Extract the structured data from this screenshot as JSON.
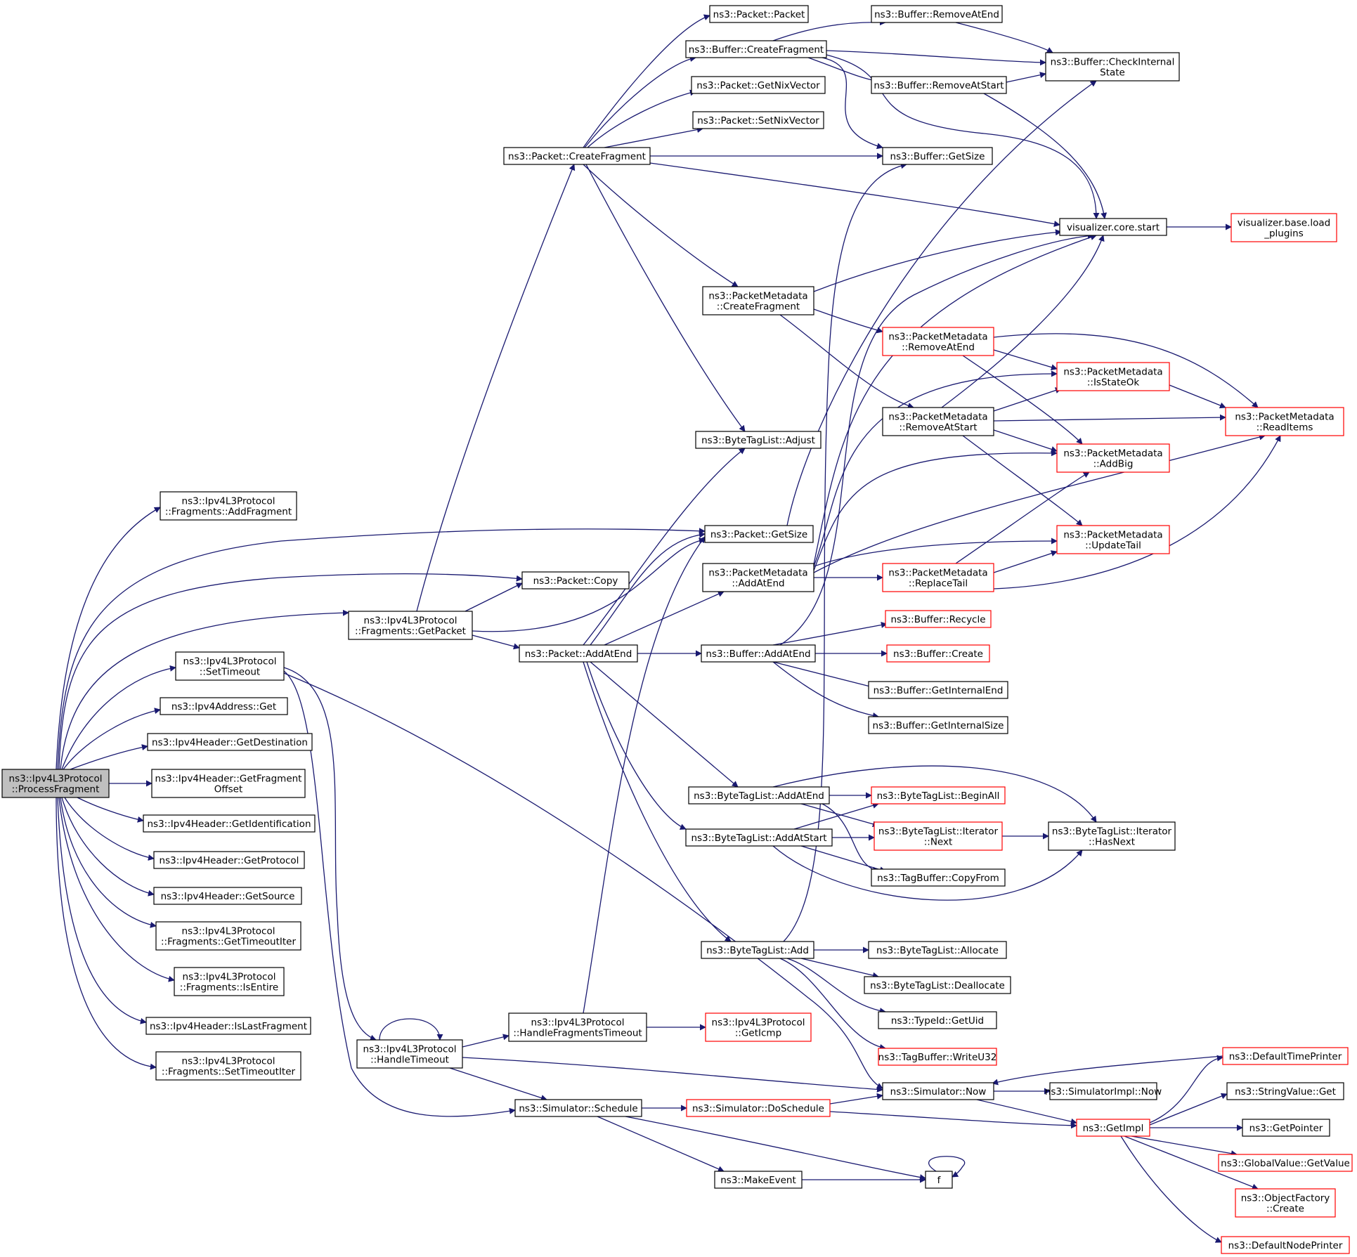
{
  "colors": {
    "edge": "#191970",
    "node_border": "#000000",
    "node_border_missing": "#ff0000",
    "root_fill": "#bfbfbf"
  },
  "nodes": [
    {
      "id": "pf",
      "lines": [
        "ns3::Ipv4L3Protocol",
        "::ProcessFragment"
      ],
      "style": "root"
    },
    {
      "id": "addfrag",
      "lines": [
        "ns3::Ipv4L3Protocol",
        "::Fragments::AddFragment"
      ]
    },
    {
      "id": "getsize",
      "lines": [
        "ns3::Packet::GetSize"
      ]
    },
    {
      "id": "copy",
      "lines": [
        "ns3::Packet::Copy"
      ]
    },
    {
      "id": "getpacket",
      "lines": [
        "ns3::Ipv4L3Protocol",
        "::Fragments::GetPacket"
      ]
    },
    {
      "id": "settimeout",
      "lines": [
        "ns3::Ipv4L3Protocol",
        "::SetTimeout"
      ]
    },
    {
      "id": "ipget",
      "lines": [
        "ns3::Ipv4Address::Get"
      ]
    },
    {
      "id": "getdest",
      "lines": [
        "ns3::Ipv4Header::GetDestination"
      ]
    },
    {
      "id": "getfragoff",
      "lines": [
        "ns3::Ipv4Header::GetFragment",
        "Offset"
      ]
    },
    {
      "id": "getident",
      "lines": [
        "ns3::Ipv4Header::GetIdentification"
      ]
    },
    {
      "id": "getproto",
      "lines": [
        "ns3::Ipv4Header::GetProtocol"
      ]
    },
    {
      "id": "getsource",
      "lines": [
        "ns3::Ipv4Header::GetSource"
      ]
    },
    {
      "id": "gettimeoutiter",
      "lines": [
        "ns3::Ipv4L3Protocol",
        "::Fragments::GetTimeoutIter"
      ]
    },
    {
      "id": "isentire",
      "lines": [
        "ns3::Ipv4L3Protocol",
        "::Fragments::IsEntire"
      ]
    },
    {
      "id": "islastfrag",
      "lines": [
        "ns3::Ipv4Header::IsLastFragment"
      ]
    },
    {
      "id": "settimeoutiter",
      "lines": [
        "ns3::Ipv4L3Protocol",
        "::Fragments::SetTimeoutIter"
      ]
    },
    {
      "id": "handletimeout",
      "lines": [
        "ns3::Ipv4L3Protocol",
        "::HandleTimeout"
      ]
    },
    {
      "id": "handlefragtimeout",
      "lines": [
        "ns3::Ipv4L3Protocol",
        "::HandleFragmentsTimeout"
      ]
    },
    {
      "id": "geticmp",
      "lines": [
        "ns3::Ipv4L3Protocol",
        "::GetIcmp"
      ],
      "style": "red"
    },
    {
      "id": "schedule",
      "lines": [
        "ns3::Simulator::Schedule"
      ]
    },
    {
      "id": "doschedule",
      "lines": [
        "ns3::Simulator::DoSchedule"
      ],
      "style": "red"
    },
    {
      "id": "makeevent",
      "lines": [
        "ns3::MakeEvent"
      ]
    },
    {
      "id": "f",
      "lines": [
        "f"
      ]
    },
    {
      "id": "now",
      "lines": [
        "ns3::Simulator::Now"
      ]
    },
    {
      "id": "implnow",
      "lines": [
        "ns3::SimulatorImpl::Now"
      ]
    },
    {
      "id": "getimpl",
      "lines": [
        "ns3::GetImpl"
      ],
      "style": "red"
    },
    {
      "id": "deftimeprinter",
      "lines": [
        "ns3::DefaultTimePrinter"
      ],
      "style": "red"
    },
    {
      "id": "stringget",
      "lines": [
        "ns3::StringValue::Get"
      ]
    },
    {
      "id": "getpointer",
      "lines": [
        "ns3::GetPointer"
      ]
    },
    {
      "id": "globalget",
      "lines": [
        "ns3::GlobalValue::GetValue"
      ],
      "style": "red"
    },
    {
      "id": "objfactory",
      "lines": [
        "ns3::ObjectFactory",
        "::Create"
      ],
      "style": "red"
    },
    {
      "id": "defnodeprinter",
      "lines": [
        "ns3::DefaultNodePrinter"
      ],
      "style": "red"
    },
    {
      "id": "createfrag",
      "lines": [
        "ns3::Packet::CreateFragment"
      ]
    },
    {
      "id": "packet",
      "lines": [
        "ns3::Packet::Packet"
      ]
    },
    {
      "id": "bufcreatefrag",
      "lines": [
        "ns3::Buffer::CreateFragment"
      ]
    },
    {
      "id": "getnix",
      "lines": [
        "ns3::Packet::GetNixVector"
      ]
    },
    {
      "id": "setnix",
      "lines": [
        "ns3::Packet::SetNixVector"
      ]
    },
    {
      "id": "bufremoveatend",
      "lines": [
        "ns3::Buffer::RemoveAtEnd"
      ]
    },
    {
      "id": "bufremoveatstart",
      "lines": [
        "ns3::Buffer::RemoveAtStart"
      ]
    },
    {
      "id": "bufcheck",
      "lines": [
        "ns3::Buffer::CheckInternal",
        "State"
      ]
    },
    {
      "id": "bufgetsize",
      "lines": [
        "ns3::Buffer::GetSize"
      ]
    },
    {
      "id": "vizstart",
      "lines": [
        "visualizer.core.start"
      ]
    },
    {
      "id": "vizload",
      "lines": [
        "visualizer.base.load",
        "_plugins"
      ],
      "style": "red"
    },
    {
      "id": "pmcreatefrag",
      "lines": [
        "ns3::PacketMetadata",
        "::CreateFragment"
      ]
    },
    {
      "id": "pmremoveatend",
      "lines": [
        "ns3::PacketMetadata",
        "::RemoveAtEnd"
      ],
      "style": "red"
    },
    {
      "id": "pmremoveatstart",
      "lines": [
        "ns3::PacketMetadata",
        "::RemoveAtStart"
      ]
    },
    {
      "id": "pmisstateok",
      "lines": [
        "ns3::PacketMetadata",
        "::IsStateOk"
      ],
      "style": "red"
    },
    {
      "id": "pmreaditems",
      "lines": [
        "ns3::PacketMetadata",
        "::ReadItems"
      ],
      "style": "red"
    },
    {
      "id": "pmaddbig",
      "lines": [
        "ns3::PacketMetadata",
        "::AddBig"
      ],
      "style": "red"
    },
    {
      "id": "pmupdatetail",
      "lines": [
        "ns3::PacketMetadata",
        "::UpdateTail"
      ],
      "style": "red"
    },
    {
      "id": "pmreplacetail",
      "lines": [
        "ns3::PacketMetadata",
        "::ReplaceTail"
      ],
      "style": "red"
    },
    {
      "id": "pmaddatend",
      "lines": [
        "ns3::PacketMetadata",
        "::AddAtEnd"
      ]
    },
    {
      "id": "btladjust",
      "lines": [
        "ns3::ByteTagList::Adjust"
      ]
    },
    {
      "id": "pktaddatend",
      "lines": [
        "ns3::Packet::AddAtEnd"
      ]
    },
    {
      "id": "bufaddatend",
      "lines": [
        "ns3::Buffer::AddAtEnd"
      ]
    },
    {
      "id": "bufrecycle",
      "lines": [
        "ns3::Buffer::Recycle"
      ],
      "style": "red"
    },
    {
      "id": "bufcreate",
      "lines": [
        "ns3::Buffer::Create"
      ],
      "style": "red"
    },
    {
      "id": "bufgetintend",
      "lines": [
        "ns3::Buffer::GetInternalEnd"
      ]
    },
    {
      "id": "bufgetintsize",
      "lines": [
        "ns3::Buffer::GetInternalSize"
      ]
    },
    {
      "id": "btladdatend",
      "lines": [
        "ns3::ByteTagList::AddAtEnd"
      ]
    },
    {
      "id": "btladdatstart",
      "lines": [
        "ns3::ByteTagList::AddAtStart"
      ]
    },
    {
      "id": "btlbeginall",
      "lines": [
        "ns3::ByteTagList::BeginAll"
      ],
      "style": "red"
    },
    {
      "id": "btlnext",
      "lines": [
        "ns3::ByteTagList::Iterator",
        "::Next"
      ],
      "style": "red"
    },
    {
      "id": "btlhasnext",
      "lines": [
        "ns3::ByteTagList::Iterator",
        "::HasNext"
      ]
    },
    {
      "id": "tagcopyfrom",
      "lines": [
        "ns3::TagBuffer::CopyFrom"
      ]
    },
    {
      "id": "btladd",
      "lines": [
        "ns3::ByteTagList::Add"
      ]
    },
    {
      "id": "btlallocate",
      "lines": [
        "ns3::ByteTagList::Allocate"
      ]
    },
    {
      "id": "btldealloc",
      "lines": [
        "ns3::ByteTagList::Deallocate"
      ]
    },
    {
      "id": "typeidgetuid",
      "lines": [
        "ns3::TypeId::GetUid"
      ]
    },
    {
      "id": "tagwriteu32",
      "lines": [
        "ns3::TagBuffer::WriteU32"
      ],
      "style": "red"
    }
  ]
}
